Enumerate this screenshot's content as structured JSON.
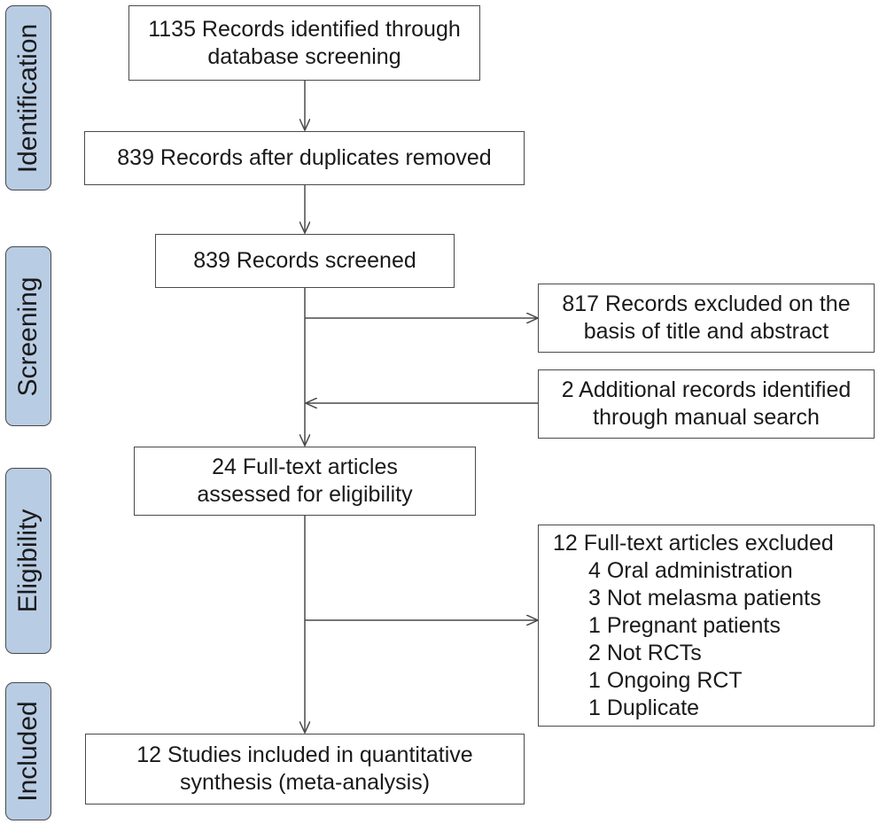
{
  "phases": [
    {
      "label": "Identification"
    },
    {
      "label": "Screening"
    },
    {
      "label": "Eligibility"
    },
    {
      "label": "Included"
    }
  ],
  "boxes": {
    "identified": {
      "lines": [
        "1135 Records identified through",
        "database screening"
      ]
    },
    "deduplicated": {
      "lines": [
        "839 Records after duplicates removed"
      ]
    },
    "screened": {
      "lines": [
        "839 Records screened"
      ]
    },
    "excluded_title_abstract": {
      "lines": [
        "817 Records excluded on the",
        "basis of title and abstract"
      ]
    },
    "additional_records": {
      "lines": [
        "2 Additional records identified",
        "through manual search"
      ]
    },
    "full_text_assessed": {
      "lines": [
        "24 Full-text articles",
        "assessed for eligibility"
      ]
    },
    "full_text_excluded": {
      "heading": "12 Full-text articles excluded",
      "reasons": [
        "4 Oral administration",
        "3 Not melasma patients",
        "1 Pregnant patients",
        "2 Not RCTs",
        "1 Ongoing RCT",
        "1 Duplicate"
      ]
    },
    "included": {
      "lines": [
        "12 Studies included in quantitative",
        "synthesis (meta-analysis)"
      ]
    }
  }
}
